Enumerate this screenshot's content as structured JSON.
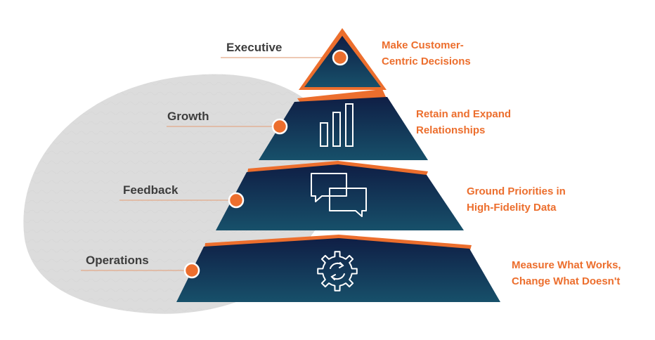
{
  "colors": {
    "tier_top": "#0f1e45",
    "tier_bottom": "#17506a",
    "accent": "#ec6e2d",
    "connector_line": "#e3a988",
    "left_label": "#3d3d3d",
    "backdrop": "#dcdcdc"
  },
  "tiers": [
    {
      "name": "Executive",
      "description_lines": [
        "Make Customer-",
        "Centric Decisions"
      ],
      "icon": "none"
    },
    {
      "name": "Growth",
      "description_lines": [
        "Retain and Expand",
        "Relationships"
      ],
      "icon": "bar-chart-icon"
    },
    {
      "name": "Feedback",
      "description_lines": [
        "Ground Priorities in",
        "High-Fidelity Data"
      ],
      "icon": "chat-bubbles-icon"
    },
    {
      "name": "Operations",
      "description_lines": [
        "Measure What Works,",
        "Change What Doesn't"
      ],
      "icon": "gear-refresh-icon"
    }
  ]
}
